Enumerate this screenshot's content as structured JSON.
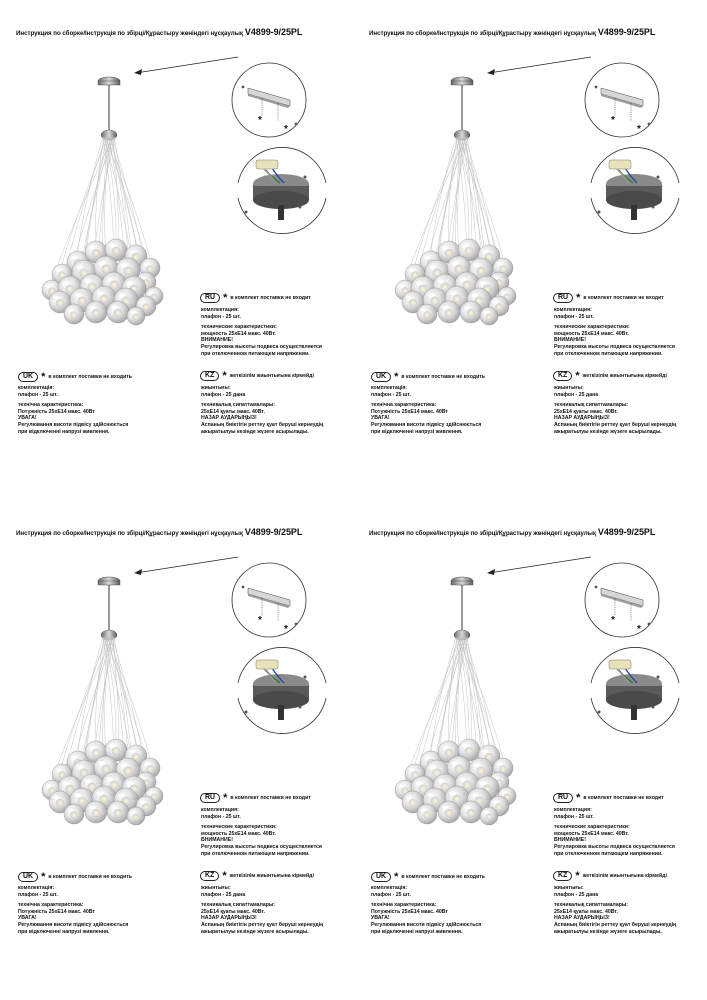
{
  "sheets": [
    {
      "title": "Инструкция по сборке/Інструкція по збірці/Құрастыру жөніндегі нұсқаулық",
      "model": "V4899-9/25PL",
      "star": "*",
      "ru": {
        "code": "RU",
        "note": "в комплект поставки не входит",
        "lines": [
          "комплектация:",
          "плафон - 25 шт.",
          "технические характеристики:",
          "мощность 25хE14 макс. 40Вт.",
          "ВНИМАНИЕ!",
          "Регулировка высоты подвеса осуществляется",
          "при отключенном питающем напряжении."
        ]
      },
      "uk": {
        "code": "UK",
        "note": "в комплект поставки не входить",
        "lines": [
          "комплектація:",
          "плафон - 25 шт.",
          "технічна характеристика:",
          "Потужність 25хE14 макс. 40Вт",
          "УВАГА!",
          "Регулювання висоти підвісу здійснюється",
          "при відключенні напрузі живлення."
        ]
      },
      "kz": {
        "code": "KZ",
        "note": "жеткізілім жиынтығына кірмейді",
        "lines": [
          "жиынтығы:",
          "плафон - 25 дана",
          "техникалық сипаттамалары:",
          "25хE14 қуаты макс. 40Вт.",
          "НАЗАР АУДАРЫҢЫЗ!",
          "Аспаның биіктігін реттеу қуат беруші кернеудің",
          "ажыратылуы кезінде жүзеге асырылады."
        ]
      }
    },
    {
      "title": "Инструкция по сборке/Інструкція по збірці/Құрастыру жөніндегі нұсқаулық",
      "model": "V4899-9/25PL",
      "star": "*",
      "ru": {
        "code": "RU",
        "note": "в комплект поставки не входит",
        "lines": [
          "комплектация:",
          "плафон - 25 шт.",
          "технические характеристики:",
          "мощность 25хE14 макс. 40Вт.",
          "ВНИМАНИЕ!",
          "Регулировка высоты подвеса осуществляется",
          "при отключенном питающем напряжении."
        ]
      },
      "uk": {
        "code": "UK",
        "note": "в комплект поставки не входить",
        "lines": [
          "комплектація:",
          "плафон - 25 шт.",
          "технічна характеристика:",
          "Потужність 25хE14 макс. 40Вт",
          "УВАГА!",
          "Регулювання висоти підвісу здійснюється",
          "при відключенні напрузі живлення."
        ]
      },
      "kz": {
        "code": "KZ",
        "note": "жеткізілім жиынтығына кірмейді",
        "lines": [
          "жиынтығы:",
          "плафон - 25 дана",
          "техникалық сипаттамалары:",
          "25хE14 қуаты макс. 40Вт.",
          "НАЗАР АУДАРЫҢЫЗ!",
          "Аспаның биіктігін реттеу қуат беруші кернеудің",
          "ажыратылуы кезінде жүзеге асырылады."
        ]
      }
    },
    {
      "title": "Инструкция по сборке/Інструкція по збірці/Құрастыру жөніндегі нұсқаулық",
      "model": "V4899-9/25PL",
      "star": "*",
      "ru": {
        "code": "RU",
        "note": "в комплект поставки не входит",
        "lines": [
          "комплектация:",
          "плафон - 25 шт.",
          "технические характеристики:",
          "мощность 25хE14 макс. 40Вт.",
          "ВНИМАНИЕ!",
          "Регулировка высоты подвеса осуществляется",
          "при отключенном питающем напряжении."
        ]
      },
      "uk": {
        "code": "UK",
        "note": "в комплект поставки не входить",
        "lines": [
          "комплектація:",
          "плафон - 25 шт.",
          "технічна характеристика:",
          "Потужність 25хE14 макс. 40Вт",
          "УВАГА!",
          "Регулювання висоти підвісу здійснюється",
          "при відключенні напрузі живлення."
        ]
      },
      "kz": {
        "code": "KZ",
        "note": "жеткізілім жиынтығына кірмейді",
        "lines": [
          "жиынтығы:",
          "плафон - 25 дана",
          "техникалық сипаттамалары:",
          "25хE14 қуаты макс. 40Вт.",
          "НАЗАР АУДАРЫҢЫЗ!",
          "Аспаның биіктігін реттеу қуат беруші кернеудің",
          "ажыратылуы кезінде жүзеге асырылады."
        ]
      }
    },
    {
      "title": "Инструкция по сборке/Інструкція по збірці/Құрастыру жөніндегі нұсқаулық",
      "model": "V4899-9/25PL",
      "star": "*",
      "ru": {
        "code": "RU",
        "note": "в комплект поставки не входит",
        "lines": [
          "комплектация:",
          "плафон - 25 шт.",
          "технические характеристики:",
          "мощность 25хE14 макс. 40Вт.",
          "ВНИМАНИЕ!",
          "Регулировка высоты подвеса осуществляется",
          "при отключенном питающем напряжении."
        ]
      },
      "uk": {
        "code": "UK",
        "note": "в комплект поставки не входить",
        "lines": [
          "комплектація:",
          "плафон - 25 шт.",
          "технічна характеристика:",
          "Потужність 25хE14 макс. 40Вт",
          "УВАГА!",
          "Регулювання висоти підвісу здійснюється",
          "при відключенні напрузі живлення."
        ]
      },
      "kz": {
        "code": "KZ",
        "note": "жеткізілім жиынтығына кірмейді",
        "lines": [
          "жиынтығы:",
          "плафон - 25 дана",
          "техникалық сипаттамалары:",
          "25хE14 қуаты макс. 40Вт.",
          "НАЗАР АУДАРЫҢЫЗ!",
          "Аспаның биіктігін реттеу қуат беруші кернеудің",
          "ажыратылуы кезінде жүзеге асырылады."
        ]
      }
    }
  ]
}
